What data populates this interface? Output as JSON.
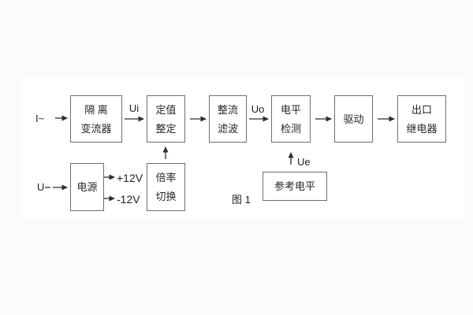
{
  "figure": {
    "caption": "图 1"
  },
  "blocks": {
    "isolation": {
      "line1": "隔 离",
      "line2": "变流器"
    },
    "setpoint": {
      "line1": "定值",
      "line2": "整定"
    },
    "rectifier": {
      "line1": "整流",
      "line2": "滤波"
    },
    "level": {
      "line1": "电平",
      "line2": "检测"
    },
    "drive": {
      "label": "驱动"
    },
    "relay": {
      "line1": "出口",
      "line2": "继电器"
    },
    "power": {
      "label": "电源"
    },
    "multiplier": {
      "line1": "倍率",
      "line2": "切换"
    },
    "reference": {
      "label": "参考电平"
    }
  },
  "labels": {
    "input_current": "I~",
    "input_voltage": "U",
    "ui": "Ui",
    "uo": "Uo",
    "ue": "Ue",
    "plus12v": "+12V",
    "minus12v": "-12V"
  },
  "colors": {
    "box_border": "#6e6e6e",
    "wire": "#2e2e2e",
    "text": "#262626",
    "panel": "#ffffff",
    "background": "#fbfbfb"
  }
}
